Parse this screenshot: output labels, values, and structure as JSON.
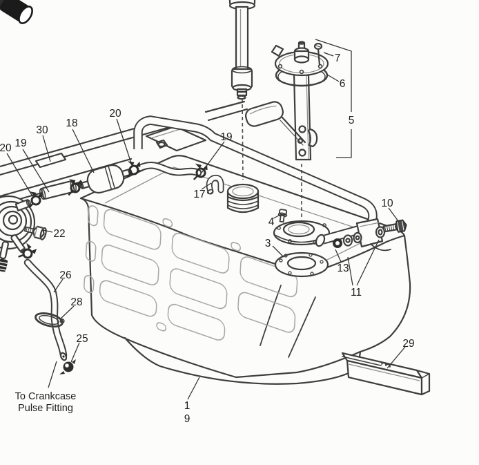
{
  "figure": {
    "kind": "exploded-parts-diagram",
    "subject": "fuel-tank-assembly"
  },
  "colors": {
    "background": "#fcfcfa",
    "line_art": "#3e3e3e",
    "emboss_grid": "#a8a8a8",
    "label_text": "#1e1e1e"
  },
  "callouts": [
    {
      "id": "20-left",
      "text": "20"
    },
    {
      "id": "19-left",
      "text": "19"
    },
    {
      "id": "30",
      "text": "30"
    },
    {
      "id": "18",
      "text": "18"
    },
    {
      "id": "20-mid",
      "text": "20"
    },
    {
      "id": "19-right",
      "text": "19"
    },
    {
      "id": "17",
      "text": "17"
    },
    {
      "id": "7",
      "text": "7"
    },
    {
      "id": "6",
      "text": "6"
    },
    {
      "id": "5",
      "text": "5"
    },
    {
      "id": "4",
      "text": "4"
    },
    {
      "id": "3",
      "text": "3"
    },
    {
      "id": "10",
      "text": "10"
    },
    {
      "id": "13",
      "text": "13"
    },
    {
      "id": "11",
      "text": "11"
    },
    {
      "id": "22",
      "text": "22"
    },
    {
      "id": "26",
      "text": "26"
    },
    {
      "id": "28",
      "text": "28"
    },
    {
      "id": "25",
      "text": "25"
    },
    {
      "id": "29",
      "text": "29"
    },
    {
      "id": "1",
      "text": "1"
    },
    {
      "id": "9",
      "text": "9"
    }
  ],
  "note": {
    "line1": "To Crankcase",
    "line2": "Pulse Fitting"
  }
}
